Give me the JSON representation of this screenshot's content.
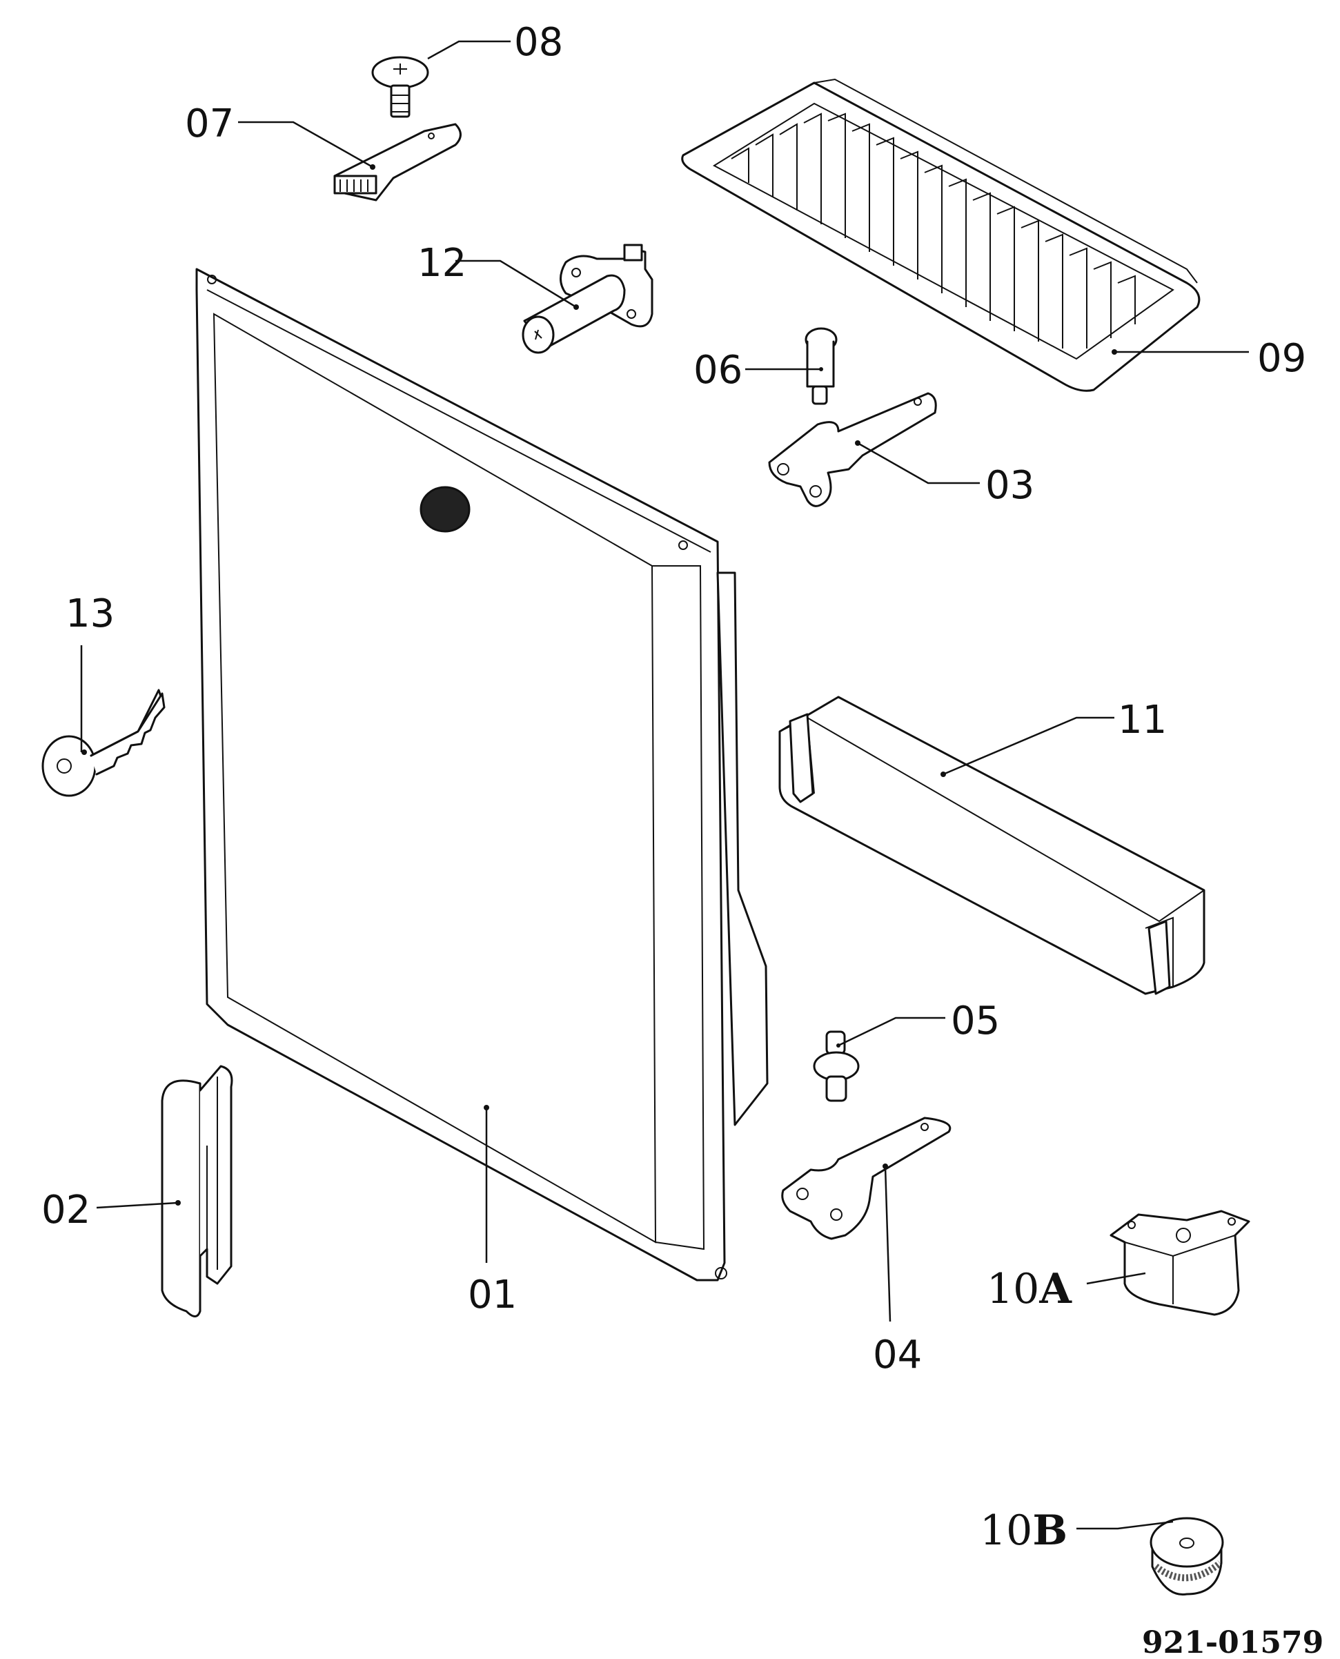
{
  "callouts": {
    "c01": "01",
    "c02": "02",
    "c03": "03",
    "c04": "04",
    "c05": "05",
    "c06": "06",
    "c07": "07",
    "c08": "08",
    "c09": "09",
    "c10a_num": "10",
    "c10a_letter": "A",
    "c10b_num": "10",
    "c10b_letter": "B",
    "c11": "11",
    "c12": "12",
    "c13": "13"
  },
  "document_number": "921-01579"
}
